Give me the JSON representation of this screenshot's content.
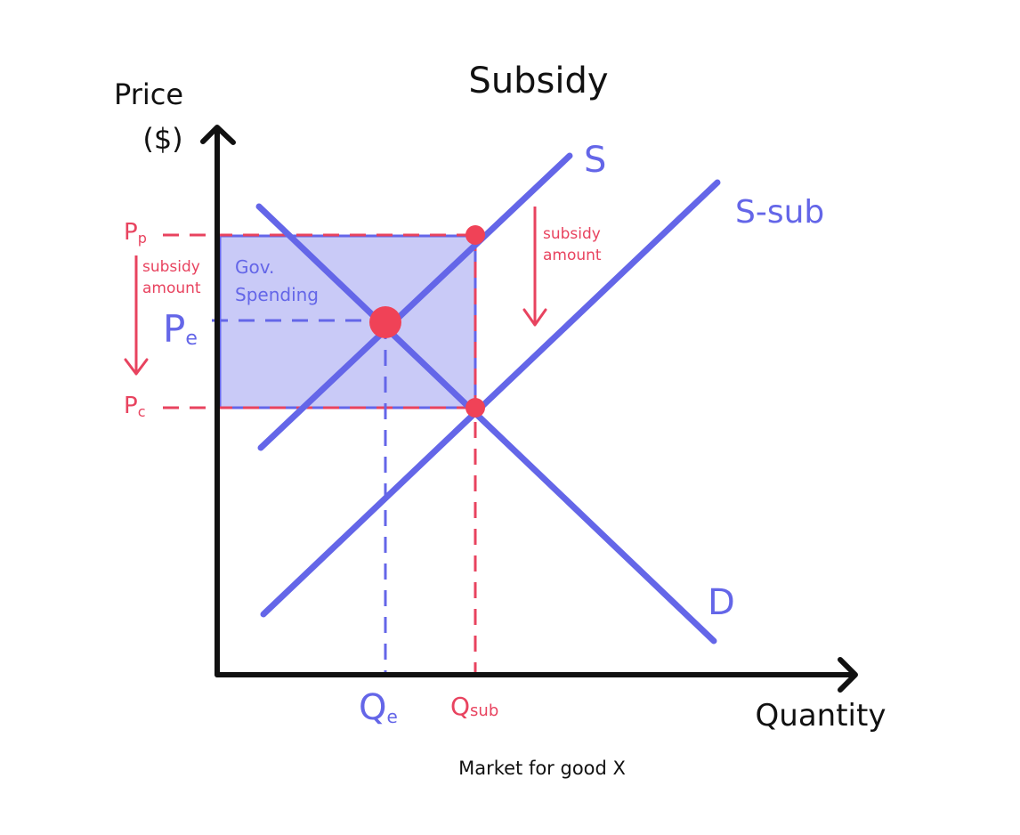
{
  "title": "Subsidy",
  "caption": "Market for good X",
  "axes": {
    "y_label_line1": "Price",
    "y_label_line2": "($)",
    "x_label": "Quantity"
  },
  "curves": {
    "supply": "S",
    "supply_subsidized": "S-sub",
    "demand": "D"
  },
  "prices": {
    "producer": {
      "main": "P",
      "sub": "p"
    },
    "equilibrium": {
      "main": "P",
      "sub": "e"
    },
    "consumer": {
      "main": "P",
      "sub": "c"
    }
  },
  "quantities": {
    "equilibrium": {
      "main": "Q",
      "sub": "e"
    },
    "subsidized": {
      "main": "Q",
      "sub": "sub"
    }
  },
  "annotations": {
    "gov_spending_line1": "Gov.",
    "gov_spending_line2": "Spending",
    "subsidy_amount_line1": "subsidy",
    "subsidy_amount_line2": "amount"
  },
  "colors": {
    "curve": "#6466e8",
    "highlight": "#e8435f",
    "axis": "#111111",
    "shaded_area": "#c9caf7"
  }
}
